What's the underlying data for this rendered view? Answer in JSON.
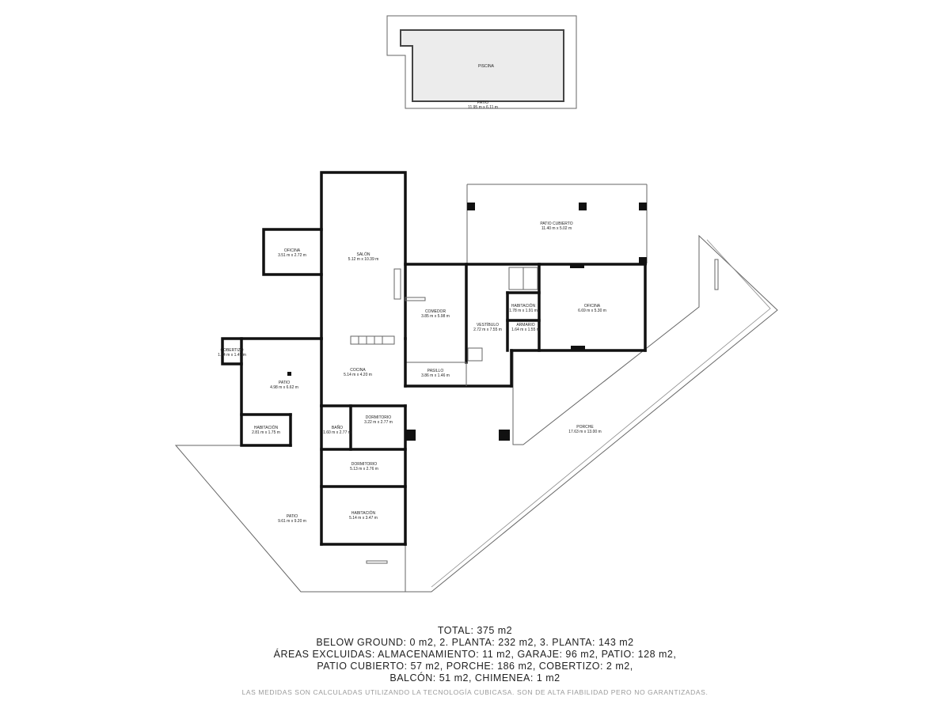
{
  "rooms": {
    "piscina": {
      "name": "PISCINA",
      "dims": ""
    },
    "patio_pool": {
      "name": "PATIO",
      "dims": "11.95 m x 6.11 m"
    },
    "patio_cubierto": {
      "name": "PATIO CUBIERTO",
      "dims": "11.40 m x 5.02 m"
    },
    "oficina_left": {
      "name": "OFICINA",
      "dims": "3.51 m x 2.72 m"
    },
    "salon": {
      "name": "SALÓN",
      "dims": "5.12 m x 10.39 m"
    },
    "comedor": {
      "name": "COMEDOR",
      "dims": "3.85 m x 5.98 m"
    },
    "vestibulo": {
      "name": "VESTÍBULO",
      "dims": "2.72 m x 7.55 m"
    },
    "habitacion_small": {
      "name": "HABITACIÓN",
      "dims": "1.78 m x 1.91 m"
    },
    "oficina_right": {
      "name": "OFICINA",
      "dims": "6.69 m x 5.30 m"
    },
    "armario": {
      "name": "ARMARIO",
      "dims": "1.64 m x 1.55 m"
    },
    "cobertizo": {
      "name": "COBERTIZO",
      "dims": "1.44 m x 1.49 m"
    },
    "patio_left": {
      "name": "PATIO",
      "dims": "4.98 m x 6.62 m"
    },
    "cocina": {
      "name": "COCINA",
      "dims": "5.14 m x 4.20 m"
    },
    "pasillo": {
      "name": "PASILLO",
      "dims": "3.86 m x 1.46 m"
    },
    "dormitorio_1": {
      "name": "DORMITORIO",
      "dims": "3.22 m x 2.77 m"
    },
    "bano": {
      "name": "BAÑO",
      "dims": "1.60 m x 2.77 m"
    },
    "habitacion_left": {
      "name": "HABITACIÓN",
      "dims": "2.81 m x 1.75 m"
    },
    "dormitorio_2": {
      "name": "DORMITORIO",
      "dims": "5.13 m x 2.76 m"
    },
    "habitacion_bottom": {
      "name": "HABITACIÓN",
      "dims": "5.14 m x 3.47 m"
    },
    "patio_bottom": {
      "name": "PATIO",
      "dims": "9.61 m x 9.20 m"
    },
    "porche": {
      "name": "PORCHE",
      "dims": "17.63 m x 13.00 m"
    }
  },
  "summary": {
    "line1": "TOTAL: 375 m2",
    "line2": "BELOW GROUND: 0 m2, 2. PLANTA: 232 m2, 3. PLANTA: 143 m2",
    "line3": "ÁREAS EXCLUIDAS: ALMACENAMIENTO: 11 m2, GARAJE: 96 m2, PATIO: 128 m2,",
    "line4": "PATIO CUBIERTO: 57 m2, PORCHE: 186 m2, COBERTIZO: 2 m2,",
    "line5": "BALCÓN: 51 m2, CHIMENEA: 1 m2"
  },
  "disclaimer": "LAS MEDIDAS SON CALCULADAS UTILIZANDO LA TECNOLOGÍA CUBICASA. SON DE ALTA FIABILIDAD PERO NO GARANTIZADAS."
}
